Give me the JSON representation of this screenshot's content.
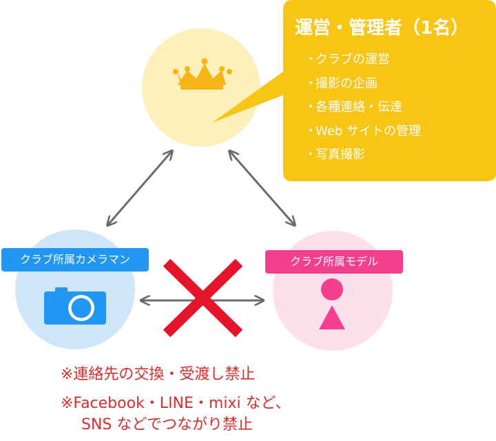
{
  "admin": {
    "title": "運営・管理者（1名）",
    "duties": [
      "クラブの運営",
      "撮影の企画",
      "各種連絡・伝達",
      "Web サイトの管理",
      "写真撮影"
    ],
    "bullet": "・"
  },
  "camera_role": {
    "label": "クラブ所属カメラマン"
  },
  "model_role": {
    "label": "クラブ所属モデル"
  },
  "notices": [
    "※連絡先の交換・受渡し禁止",
    "※Facebook・LINE・mixi など、",
    "SNS などでつながり禁止"
  ],
  "icons": [
    "crown-icon",
    "camera-icon",
    "person-icon",
    "cross-mark-icon"
  ],
  "colors": {
    "admin_circle": "#fdf0bb",
    "callout": "#f9c515",
    "camera_circle": "#cfe6fa",
    "camera_accent": "#2196f3",
    "model_circle": "#fde0ec",
    "model_accent": "#f43f8f",
    "arrows": "#6b6b6b",
    "cross": "#e5142b",
    "notice_text": "#d62d2d"
  }
}
